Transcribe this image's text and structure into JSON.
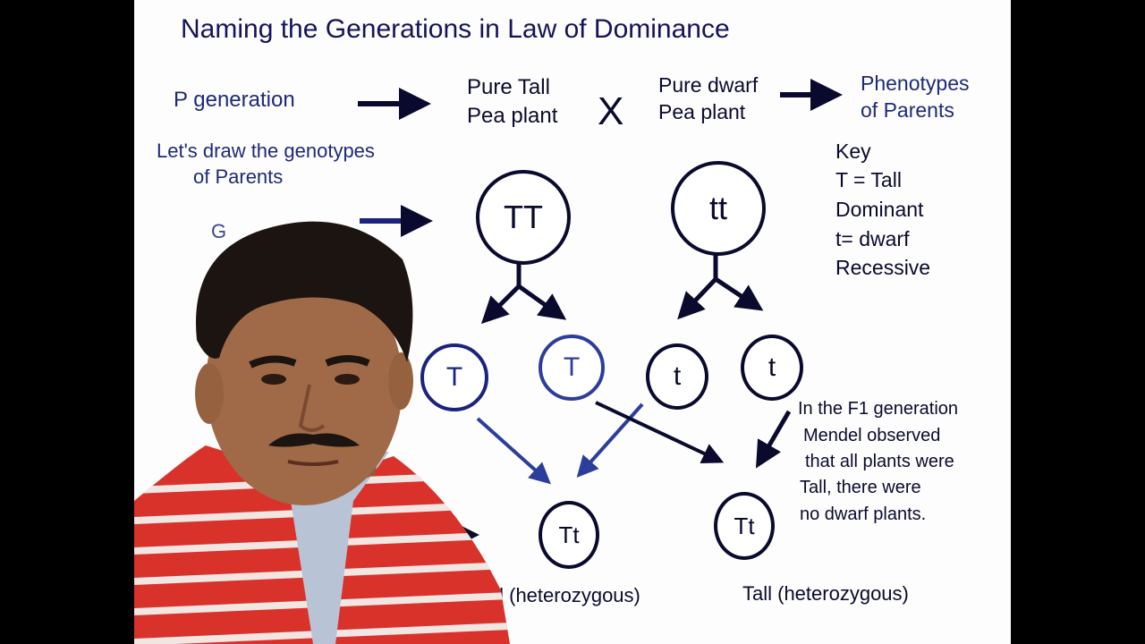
{
  "slide": {
    "title": "Naming the Generations in Law of Dominance",
    "p_generation": "P generation",
    "parent1": [
      "Pure Tall",
      "Pea plant"
    ],
    "cross_symbol": "X",
    "parent2": [
      "Pure dwarf",
      "Pea plant"
    ],
    "phenotypes": [
      "Phenotypes",
      "of Parents"
    ],
    "genotype_prompt": [
      "Let's draw the genotypes",
      "of Parents"
    ],
    "partial_label": "G",
    "parent_genotypes": [
      "TT",
      "tt"
    ],
    "gametes": [
      "T",
      "T",
      "t",
      "t"
    ],
    "offspring": [
      "Tt",
      "Tt"
    ],
    "key": {
      "heading": "Key",
      "lines": [
        "T = Tall",
        "Dominant",
        "t= dwarf",
        "Recessive"
      ]
    },
    "observation": [
      "In the F1 generation",
      "Mendel observed",
      "that all plants were",
      "Tall, there were",
      "no dwarf plants."
    ],
    "offspring_labels": [
      "Tall (heterozygous)",
      "Tall (heterozygous)"
    ]
  },
  "colors": {
    "ink": "#0a0a2e",
    "blue": "#1a237e",
    "background": "#fdfdfd",
    "shirt_red": "#d9322b"
  }
}
